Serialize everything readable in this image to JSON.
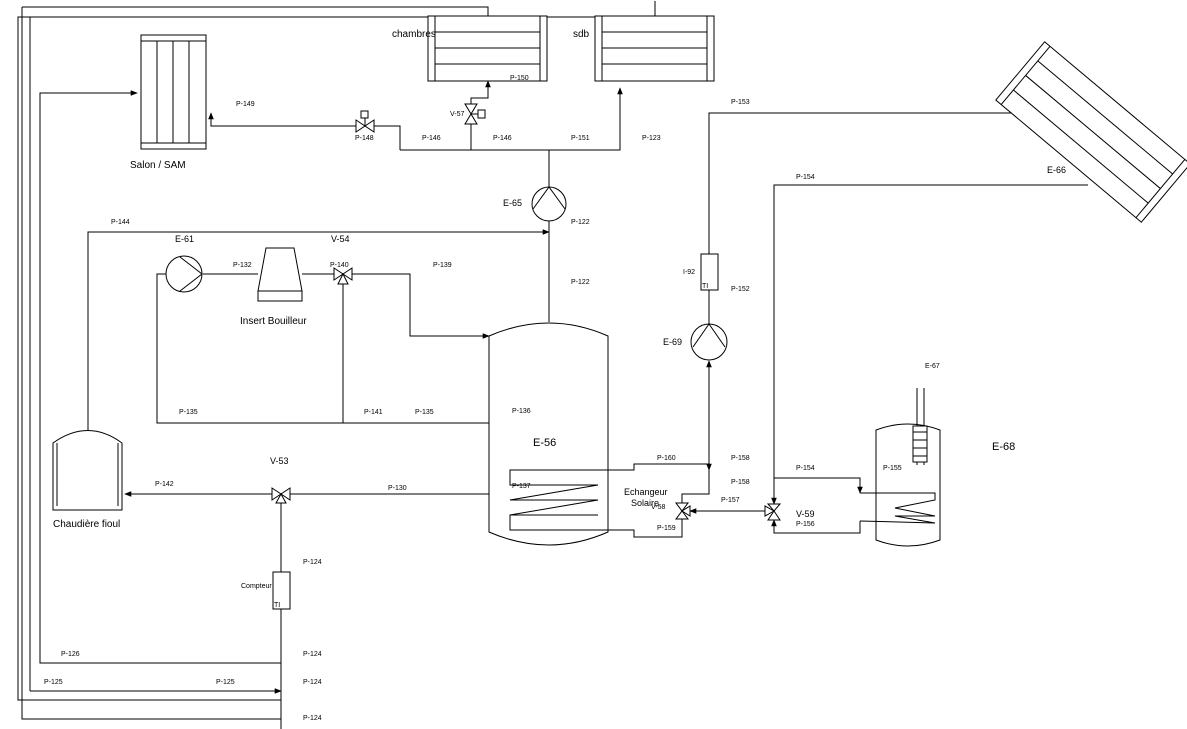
{
  "equipment": {
    "salon": "Salon / SAM",
    "chambres": "chambres",
    "sdb": "sdb",
    "insert": "Insert Bouilleur",
    "chaudiere": "Chaudière fioul",
    "e56": "E-56",
    "e61": "E-61",
    "e65": "E-65",
    "e66": "E-66",
    "e67": "E-67",
    "e68": "E-68",
    "e69": "E-69",
    "v53": "V-53",
    "v54": "V-54",
    "v57": "V-57",
    "v58": "V-58",
    "v59": "V-59",
    "echangeur_1": "Echangeur",
    "echangeur_2": "Solaire",
    "compteur": "Compteur",
    "i92": "I-92",
    "ti": "TI"
  },
  "pipes": {
    "p122": "P-122",
    "p123": "P-123",
    "p124": "P-124",
    "p125": "P-125",
    "p126": "P-126",
    "p130": "P-130",
    "p132": "P-132",
    "p135": "P-135",
    "p136": "P-136",
    "p137": "P-137",
    "p139": "P-139",
    "p140": "P-140",
    "p141": "P-141",
    "p142": "P-142",
    "p144": "P-144",
    "p146": "P-146",
    "p148": "P-148",
    "p149": "P-149",
    "p150": "P-150",
    "p151": "P-151",
    "p152": "P-152",
    "p153": "P-153",
    "p154": "P-154",
    "p155": "P-155",
    "p156": "P-156",
    "p157": "P-157",
    "p158": "P-158",
    "p159": "P-159",
    "p160": "P-160"
  }
}
